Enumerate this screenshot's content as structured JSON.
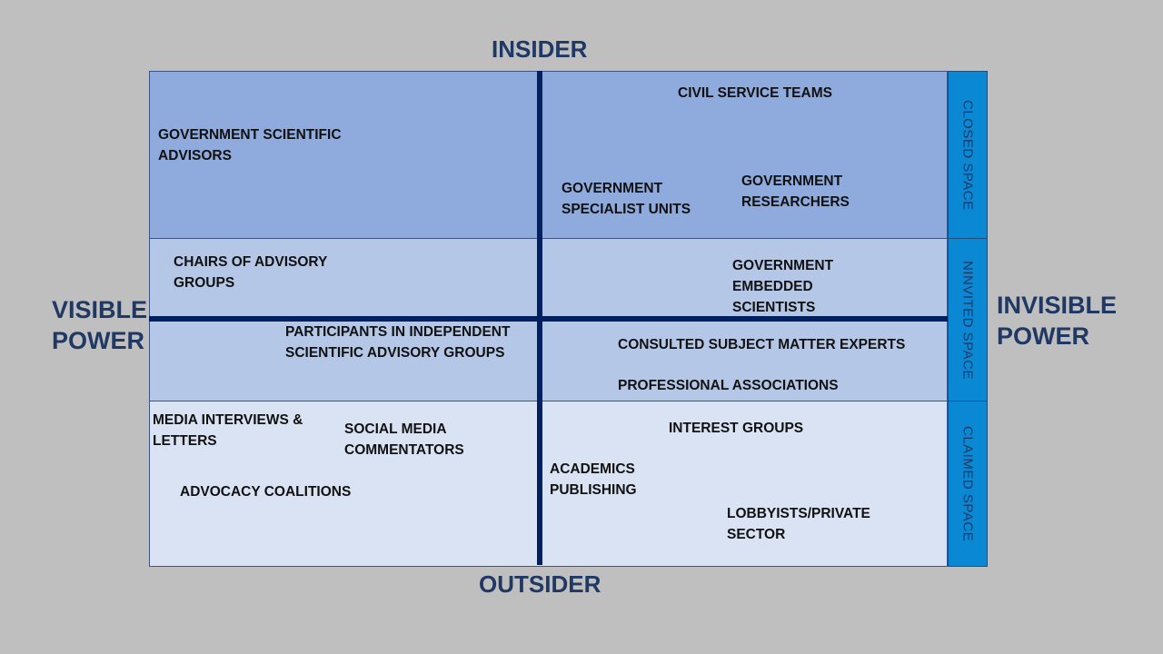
{
  "axes": {
    "top": "INSIDER",
    "bottom": "OUTSIDER",
    "left": "VISIBLE\nPOWER",
    "right": "INVISIBLE\nPOWER"
  },
  "spaces": {
    "closed": "CLOSED SPACE",
    "invited": "NINVITED SPACE",
    "claimed": "CLAIMED SPACE"
  },
  "actors": {
    "civil_service_teams": "CIVIL SERVICE TEAMS",
    "gov_scientific_advisors": "GOVERNMENT SCIENTIFIC\nADVISORS",
    "gov_specialist_units": "GOVERNMENT\nSPECIALIST UNITS",
    "gov_researchers": "GOVERNMENT\nRESEARCHERS",
    "chairs_advisory_groups": "CHAIRS OF ADVISORY\nGROUPS",
    "gov_embedded_scientists": "GOVERNMENT\nEMBEDDED\nSCIENTISTS",
    "participants_independent": "PARTICIPANTS IN INDEPENDENT\nSCIENTIFIC ADVISORY GROUPS",
    "consulted_experts": "CONSULTED SUBJECT MATTER EXPERTS",
    "professional_associations": "PROFESSIONAL ASSOCIATIONS",
    "media_interviews": "MEDIA INTERVIEWS &\nLETTERS",
    "social_media": "SOCIAL MEDIA\nCOMMENTATORS",
    "interest_groups": "INTEREST GROUPS",
    "academics_publishing": "ACADEMICS\nPUBLISHING",
    "advocacy_coalitions": "ADVOCACY COALITIONS",
    "lobbyists": "LOBBYISTS/PRIVATE\nSECTOR"
  },
  "colors": {
    "background": "#bfbfbf",
    "closed_band": "#8faadc",
    "invited_band": "#b4c7e7",
    "claimed_band": "#dae3f3",
    "side_tab": "#0a88d4",
    "axis_line": "#002060",
    "axis_text": "#1f3864"
  }
}
